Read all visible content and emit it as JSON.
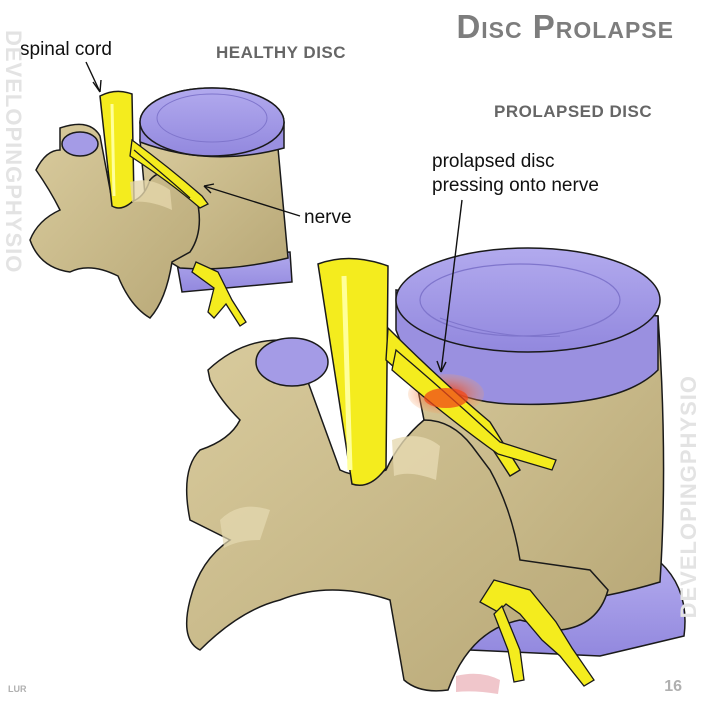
{
  "title": "Disc Prolapse",
  "headings": {
    "healthy": "HEALTHY DISC",
    "prolapsed": "PROLAPSED DISC"
  },
  "labels": {
    "spinal_cord": "spinal cord",
    "nerve": "nerve",
    "prolapse_line1": "prolapsed disc",
    "prolapse_line2": "pressing onto nerve"
  },
  "watermark": "DEVELOPINGPHYSIO",
  "artist": "LUR",
  "page_number": "16",
  "colors": {
    "bone": "#cdbd8e",
    "bone_shadow": "#a9996a",
    "disc": "#a49be6",
    "disc_dark": "#8a7fd6",
    "nerve": "#f4ec1e",
    "inflamed": "#f04a1a",
    "outline": "#1a1a1a"
  }
}
